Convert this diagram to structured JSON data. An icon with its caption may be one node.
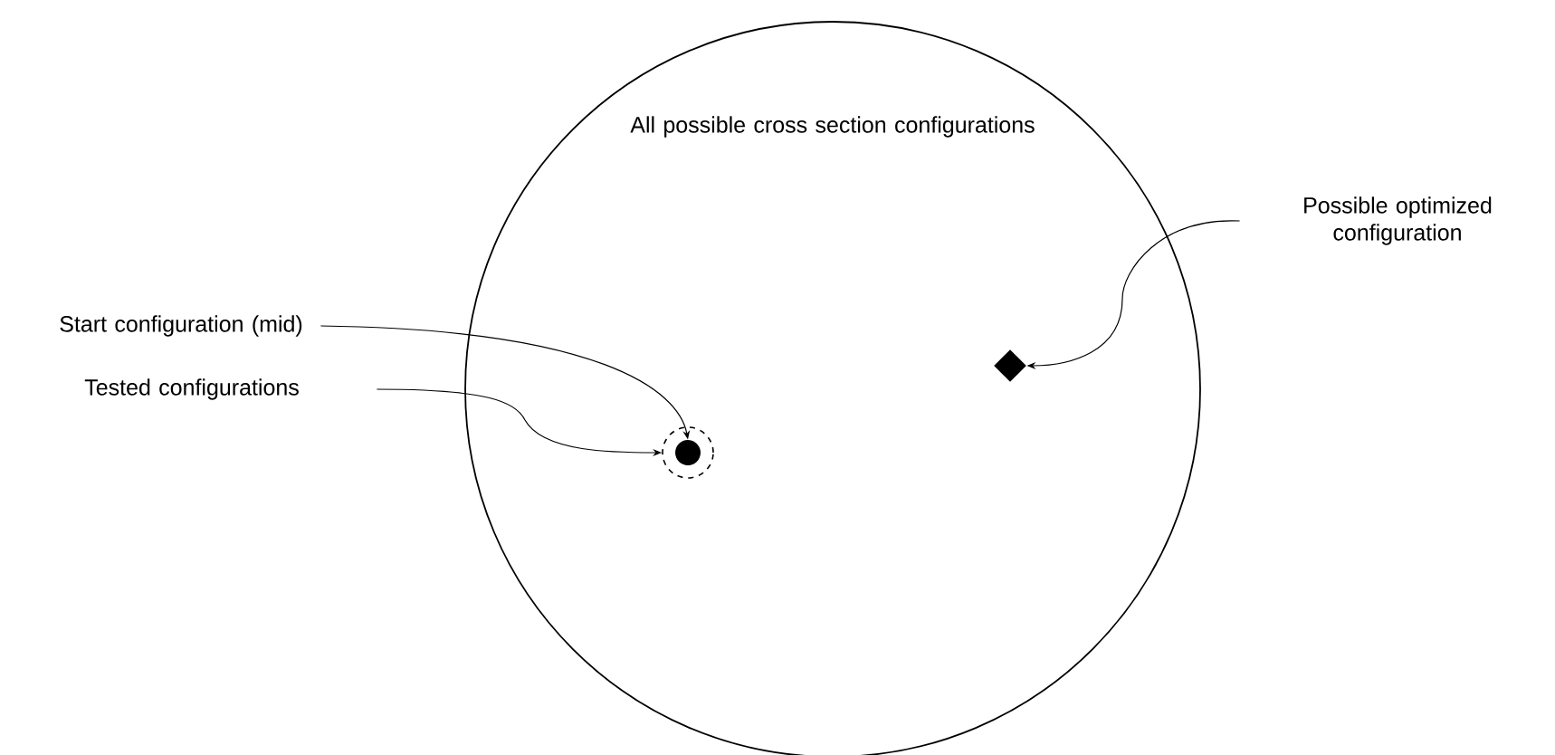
{
  "diagram": {
    "nodes": [
      {
        "text": [
          "All possible cross section configurations"
        ]
      },
      {
        "text": [
          "Start configuration (mid)"
        ]
      },
      {
        "text": [
          "Tested configurations"
        ]
      },
      {
        "text": [
          "Possible optimized configuration"
        ]
      },
      {
        "text": [],
        "shape": "circle",
        "in": 0
      },
      {
        "text": [],
        "shape": "circle",
        "in": 4
      },
      {
        "text": [],
        "shape": "diamond",
        "in": 0
      }
    ],
    "edges": [
      {
        "from": 1,
        "to": 5,
        "arrow": "to"
      },
      {
        "from": 2,
        "to": 4,
        "arrow": "to"
      },
      {
        "from": 3,
        "to": 6,
        "arrow": "to"
      }
    ]
  }
}
